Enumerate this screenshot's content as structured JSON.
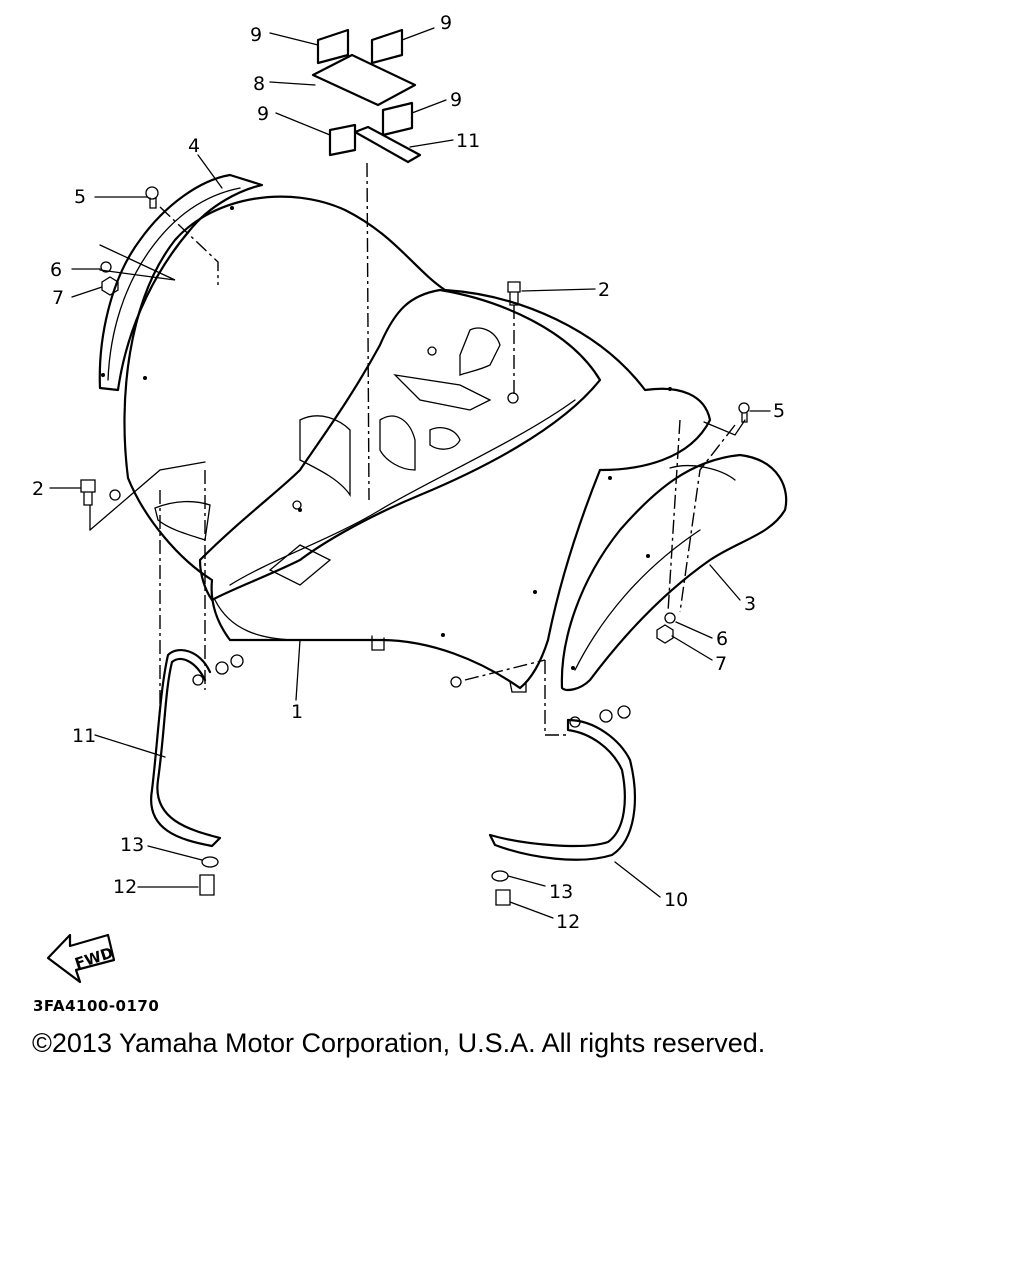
{
  "diagram": {
    "callouts": [
      {
        "id": "c9a",
        "text": "9"
      },
      {
        "id": "c9b",
        "text": "9"
      },
      {
        "id": "c8",
        "text": "8"
      },
      {
        "id": "c9c",
        "text": "9"
      },
      {
        "id": "c9d",
        "text": "9"
      },
      {
        "id": "c11a",
        "text": "11"
      },
      {
        "id": "c4",
        "text": "4"
      },
      {
        "id": "c5a",
        "text": "5"
      },
      {
        "id": "c6a",
        "text": "6"
      },
      {
        "id": "c7a",
        "text": "7"
      },
      {
        "id": "c2a",
        "text": "2"
      },
      {
        "id": "c5b",
        "text": "5"
      },
      {
        "id": "c2b",
        "text": "2"
      },
      {
        "id": "c3",
        "text": "3"
      },
      {
        "id": "c6b",
        "text": "6"
      },
      {
        "id": "c7b",
        "text": "7"
      },
      {
        "id": "c1",
        "text": "1"
      },
      {
        "id": "c11b",
        "text": "11"
      },
      {
        "id": "c13a",
        "text": "13"
      },
      {
        "id": "c12a",
        "text": "12"
      },
      {
        "id": "c13b",
        "text": "13"
      },
      {
        "id": "c10",
        "text": "10"
      },
      {
        "id": "c12b",
        "text": "12"
      }
    ],
    "fwd_label": "FWD",
    "drawing_code": "3FA4100-0170"
  },
  "footer": {
    "copyright": "©2013 Yamaha Motor Corporation, U.S.A. All rights reserved."
  }
}
